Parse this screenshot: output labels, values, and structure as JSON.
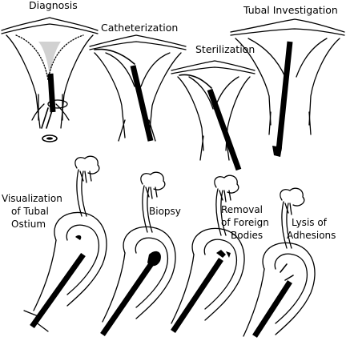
{
  "labels": {
    "diagnosis": "Diagnosis",
    "catheterization": "Catheterization",
    "sterilization": "Sterilization",
    "tubal_investigation": "Tubal Investigation",
    "visualization_line1": "Visualization",
    "visualization_line2": "of Tubal",
    "visualization_line3": "Ostium",
    "biopsy": "Biopsy",
    "removal_line1": "Removal",
    "removal_line2": "of Foreign",
    "removal_line3": "Bodies",
    "lysis_line1": "Lysis of",
    "lysis_line2": "Adhesions"
  }
}
